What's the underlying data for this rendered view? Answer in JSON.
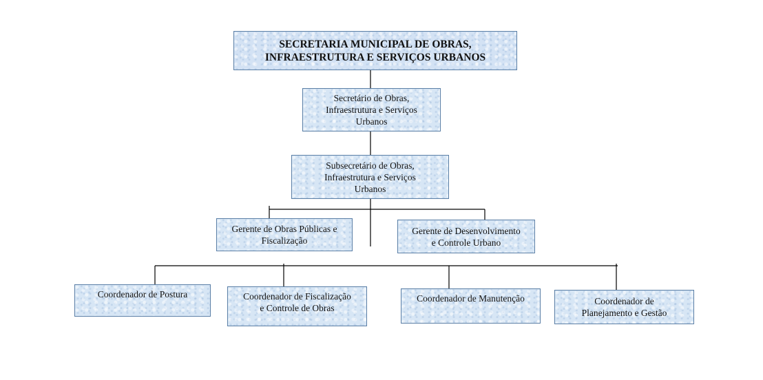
{
  "org_chart": {
    "root": {
      "label": "SECRETARIA MUNICIPAL DE OBRAS,\nINFRAESTRUTURA E SERVIÇOS URBANOS"
    },
    "secretario": {
      "label": "Secretário de Obras,\nInfraestrutura e Serviços\nUrbanos"
    },
    "subsecretario": {
      "label": "Subsecretário de Obras,\nInfraestrutura e Serviços\nUrbanos"
    },
    "gerentes": [
      {
        "label": "Gerente de Obras Públicas e\nFiscalização"
      },
      {
        "label": "Gerente de Desenvolvimento\ne Controle Urbano"
      }
    ],
    "coordenadores": [
      {
        "label": "Coordenador de Postura"
      },
      {
        "label": "Coordenador de Fiscalização\ne Controle de Obras"
      },
      {
        "label": "Coordenador de Manutenção"
      },
      {
        "label": "Coordenador de\nPlanejamento e Gestão"
      }
    ],
    "colors": {
      "box_fill": "#d7e6f5",
      "box_border": "#5b7fa6",
      "connector": "#000000"
    }
  }
}
